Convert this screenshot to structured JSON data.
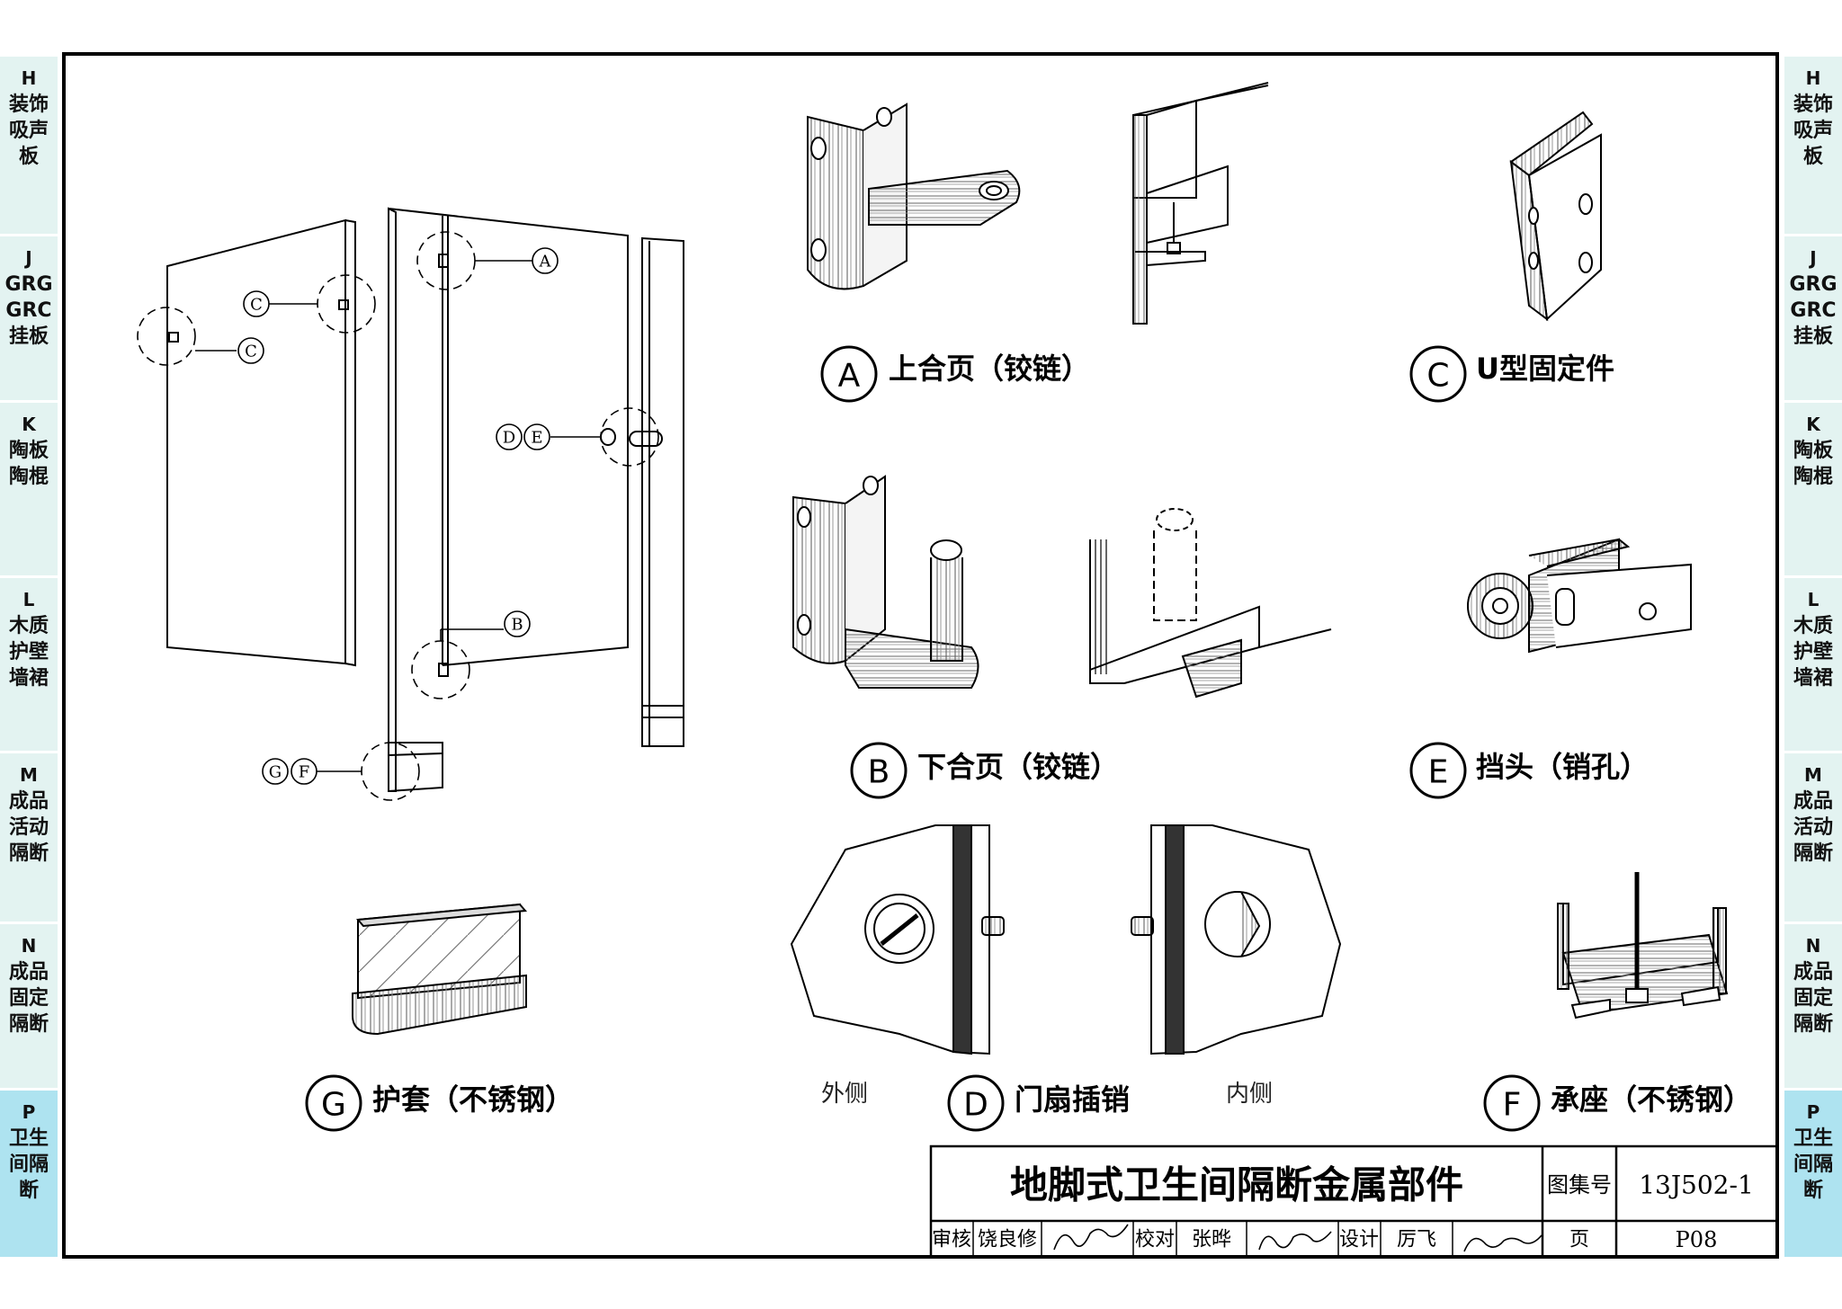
{
  "side_tabs": [
    {
      "code": "H",
      "text": "装饰吸声板",
      "color": "#e3f3f1",
      "active": false
    },
    {
      "code": "J",
      "text": "GRG GRC 挂板",
      "color": "#e3f3f1",
      "active": false
    },
    {
      "code": "K",
      "text": "陶板陶棍",
      "color": "#e3f3f1",
      "active": false
    },
    {
      "code": "L",
      "text": "木质护壁墙裙",
      "color": "#e3f3f1",
      "active": false
    },
    {
      "code": "M",
      "text": "成品活动隔断",
      "color": "#e3f3f1",
      "active": false
    },
    {
      "code": "N",
      "text": "成品固定隔断",
      "color": "#e3f3f1",
      "active": false
    },
    {
      "code": "P",
      "text": "卫生间隔断",
      "color": "#aee3f0",
      "active": true
    }
  ],
  "callouts": {
    "A": "A",
    "B": "B",
    "C": "C",
    "D": "D",
    "E": "E",
    "F": "F",
    "G": "G"
  },
  "parts": {
    "A": {
      "letter": "A",
      "name": "上合页（铰链）"
    },
    "B": {
      "letter": "B",
      "name": "下合页（铰链）"
    },
    "C": {
      "letter": "C",
      "name": "U型固定件"
    },
    "D": {
      "letter": "D",
      "name": "门扇插销"
    },
    "E": {
      "letter": "E",
      "name": "挡头（销孔）"
    },
    "F": {
      "letter": "F",
      "name": "承座（不锈钢）"
    },
    "G": {
      "letter": "G",
      "name": "护套（不锈钢）"
    }
  },
  "latch_labels": {
    "outside": "外侧",
    "inside": "内侧"
  },
  "title_block": {
    "title": "地脚式卫生间隔断金属部件",
    "atlas_label": "图集号",
    "atlas_no": "13J502-1",
    "review_label": "审核",
    "reviewer": "饶良修",
    "check_label": "校对",
    "checker": "张晔",
    "design_label": "设计",
    "designer": "厉飞",
    "page_label": "页",
    "page_no": "P08"
  }
}
